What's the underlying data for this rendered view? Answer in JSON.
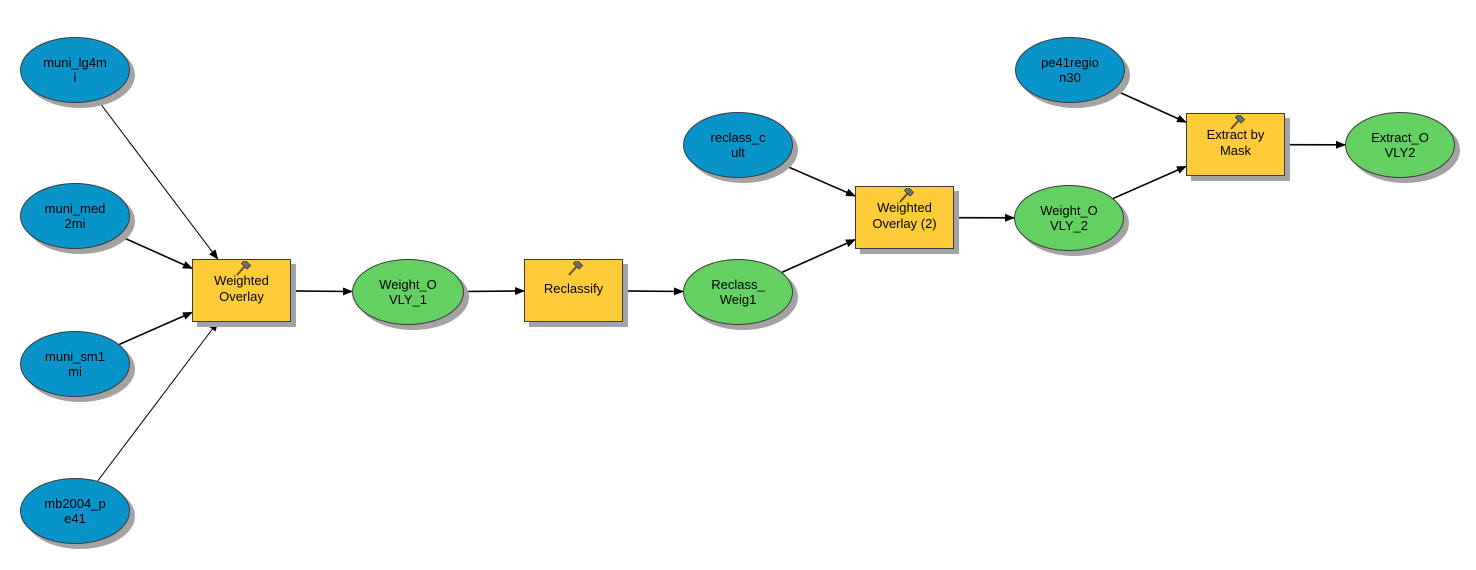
{
  "inputs": {
    "muni_lg4mi": "muni_lg4m\ni",
    "muni_med2mi": "muni_med\n2mi",
    "muni_sm1mi": "muni_sm1\nmi",
    "mb2004_pe41": "mb2004_p\ne41",
    "reclass_cult": "reclass_c\nult",
    "pe41region30": "pe41regio\nn30"
  },
  "tools": {
    "weighted_overlay": "Weighted\nOverlay",
    "reclassify": "Reclassify",
    "weighted_overlay_2": "Weighted\nOverlay (2)",
    "extract_by_mask": "Extract by\nMask"
  },
  "outputs": {
    "weight_ovly_1": "Weight_O\nVLY_1",
    "reclass_weig1": "Reclass_\nWeig1",
    "weight_ovly_2": "Weight_O\nVLY_2",
    "extract_ovly2": "Extract_O\nVLY2"
  },
  "colors": {
    "input": "#0894c8",
    "tool": "#fdcc38",
    "output": "#65d062",
    "shadow": "#a3a3a3",
    "connector": "#000000"
  },
  "icons": {
    "tool": "hammer-icon"
  },
  "connections": [
    [
      "muni_lg4mi",
      "weighted_overlay"
    ],
    [
      "muni_med2mi",
      "weighted_overlay"
    ],
    [
      "muni_sm1mi",
      "weighted_overlay"
    ],
    [
      "mb2004_pe41",
      "weighted_overlay"
    ],
    [
      "weighted_overlay",
      "weight_ovly_1"
    ],
    [
      "weight_ovly_1",
      "reclassify"
    ],
    [
      "reclassify",
      "reclass_weig1"
    ],
    [
      "reclass_weig1",
      "weighted_overlay_2"
    ],
    [
      "reclass_cult",
      "weighted_overlay_2"
    ],
    [
      "weighted_overlay_2",
      "weight_ovly_2"
    ],
    [
      "weight_ovly_2",
      "extract_by_mask"
    ],
    [
      "pe41region30",
      "extract_by_mask"
    ],
    [
      "extract_by_mask",
      "extract_ovly2"
    ]
  ]
}
